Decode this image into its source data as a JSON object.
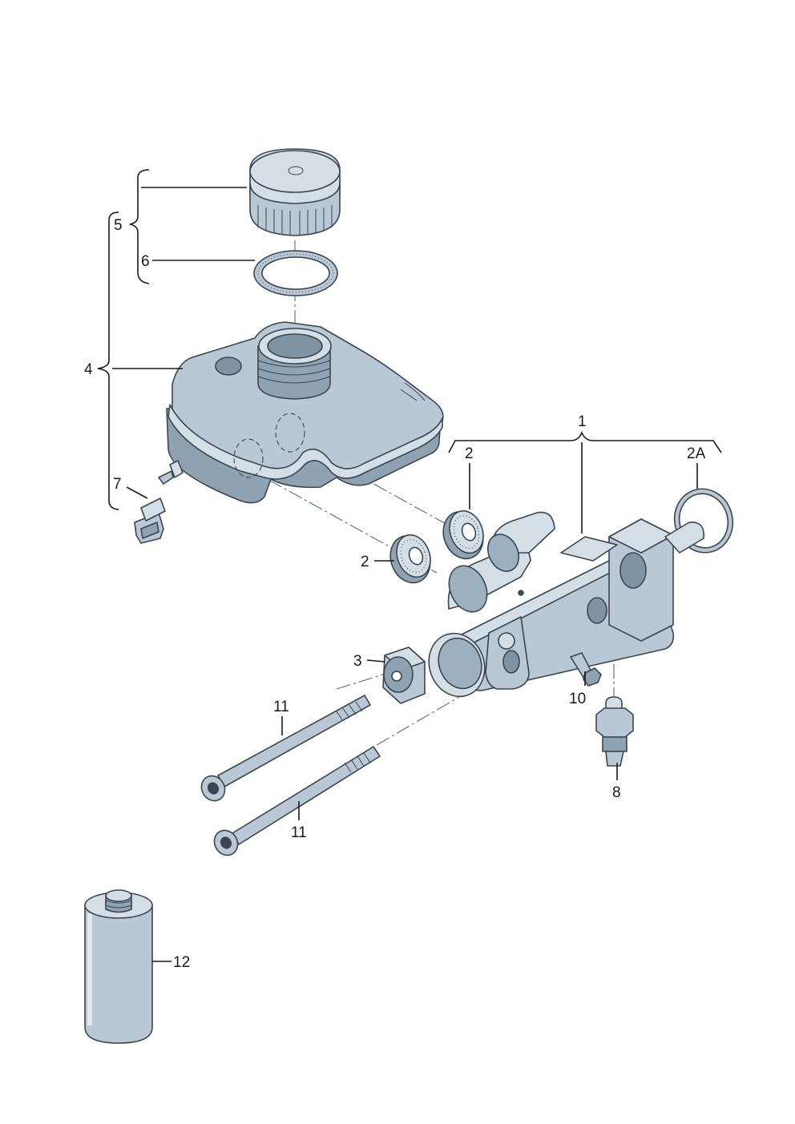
{
  "callouts": {
    "c1": "1",
    "c2a": "2",
    "c2b": "2",
    "c2A": "2A",
    "c3": "3",
    "c4": "4",
    "c5": "5",
    "c6": "6",
    "c7": "7",
    "c8": "8",
    "c10": "10",
    "c11a": "11",
    "c11b": "11",
    "c12": "12"
  },
  "colors": {
    "part_fill": "#b9c8d4",
    "part_highlight": "#d4dee6",
    "part_shadow": "#8ea2b2",
    "outline": "#3b4650",
    "leader": "#1a1a1a"
  }
}
